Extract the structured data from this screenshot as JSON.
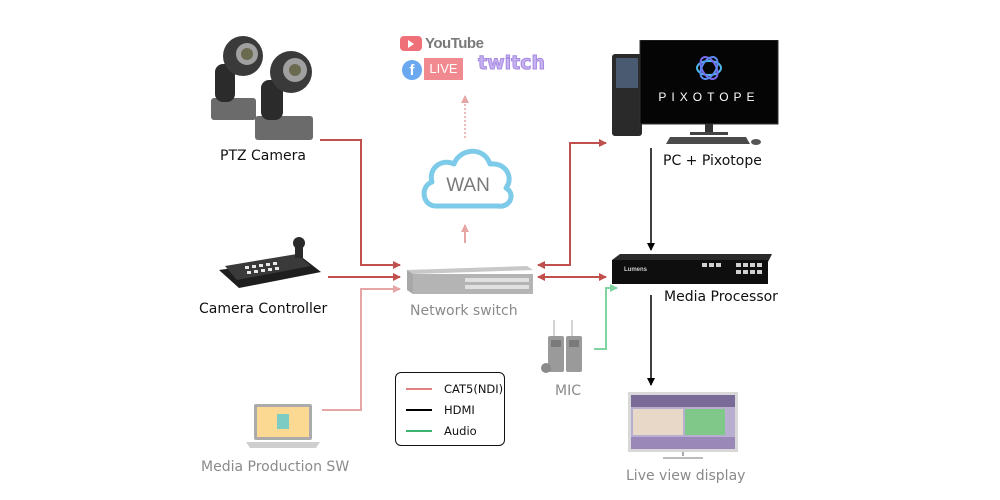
{
  "diagram": {
    "nodes": {
      "ptz_camera": {
        "label": "PTZ Camera"
      },
      "camera_controller": {
        "label": "Camera Controller"
      },
      "media_production_sw": {
        "label": "Media Production SW"
      },
      "network_switch": {
        "label": "Network switch"
      },
      "wan": {
        "label": "WAN"
      },
      "pc_pixotope": {
        "label": "PC + Pixotope",
        "screen_text": "PIXOTOPE"
      },
      "media_processor": {
        "label": "Media Processor",
        "brand": "Lumens"
      },
      "mic": {
        "label": "MIC"
      },
      "live_view_display": {
        "label": "Live view display"
      }
    },
    "streaming_platforms": {
      "youtube": "YouTube",
      "facebook_live": "LIVE",
      "twitch": "twitch"
    },
    "legend": [
      {
        "label": "CAT5(NDI)",
        "color": "#c0504d"
      },
      {
        "label": "HDMI",
        "color": "#000000"
      },
      {
        "label": "Audio",
        "color": "#3cb371"
      }
    ],
    "connections": [
      {
        "from": "PTZ Camera",
        "to": "Network switch",
        "type": "CAT5(NDI)"
      },
      {
        "from": "Camera Controller",
        "to": "Network switch",
        "type": "CAT5(NDI)"
      },
      {
        "from": "Media Production SW",
        "to": "Network switch",
        "type": "CAT5(NDI)"
      },
      {
        "from": "Network switch",
        "to": "WAN",
        "type": "CAT5(NDI)"
      },
      {
        "from": "WAN",
        "to": "Streaming platforms",
        "type": "CAT5(NDI)"
      },
      {
        "from": "Network switch",
        "to": "PC + Pixotope",
        "type": "CAT5(NDI)",
        "bidirectional": true
      },
      {
        "from": "Network switch",
        "to": "Media Processor",
        "type": "CAT5(NDI)",
        "bidirectional": true
      },
      {
        "from": "PC + Pixotope",
        "to": "Media Processor",
        "type": "HDMI"
      },
      {
        "from": "MIC",
        "to": "Media Processor",
        "type": "Audio"
      },
      {
        "from": "Media Processor",
        "to": "Live view display",
        "type": "HDMI"
      }
    ]
  }
}
